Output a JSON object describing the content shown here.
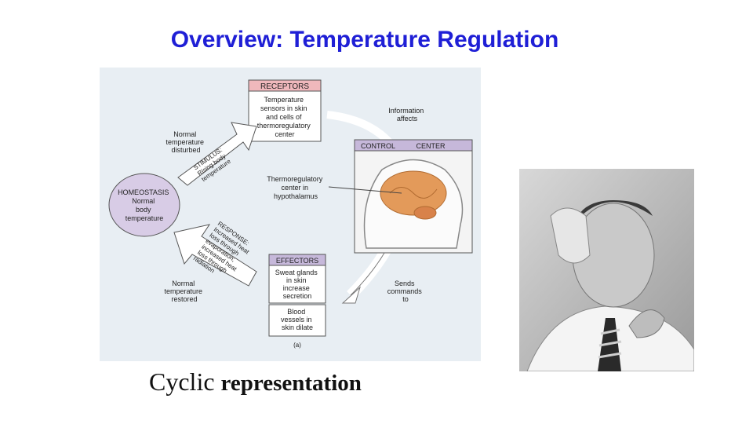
{
  "slide": {
    "title": "Overview: Temperature Regulation",
    "caption_lead": "Cyclic",
    "caption_rest": "representation"
  },
  "diagram": {
    "receptors": {
      "header": "RECEPTORS",
      "lines": [
        "Temperature",
        "sensors in skin",
        "and cells of",
        "thermoregulatory",
        "center"
      ]
    },
    "control_center": {
      "header_left": "CONTROL",
      "header_right": "CENTER"
    },
    "effectors": {
      "header": "EFFECTORS",
      "box1": [
        "Sweat glands",
        "in skin",
        "increase",
        "secretion"
      ],
      "box2": [
        "Blood",
        "vessels in",
        "skin dilate"
      ]
    },
    "homeostasis": {
      "header": "HOMEOSTASIS",
      "lines": [
        "Normal",
        "body",
        "temperature"
      ]
    },
    "normal_disturbed": [
      "Normal",
      "temperature",
      "disturbed"
    ],
    "normal_restored": [
      "Normal",
      "temperature",
      "restored"
    ],
    "information_affects": [
      "Information",
      "affects"
    ],
    "sends_commands": [
      "Sends",
      "commands",
      "to"
    ],
    "thermoregulatory": [
      "Thermoregulatory",
      "center in",
      "hypothalamus"
    ],
    "stimulus": [
      "STIMULUS:",
      "Rising body",
      "temperature"
    ],
    "response": [
      "RESPONSE:",
      "Increased heat",
      "loss through",
      "evaporation;",
      "increased heat",
      "loss through",
      "radiation"
    ],
    "panel_label": "(a)"
  },
  "colors": {
    "title": "#1f1fd6",
    "diagram_bg": "#e8eef3",
    "box_header": "#c6b8da",
    "receptor_header": "#f0b8bc",
    "brain": "#e39a5a"
  }
}
